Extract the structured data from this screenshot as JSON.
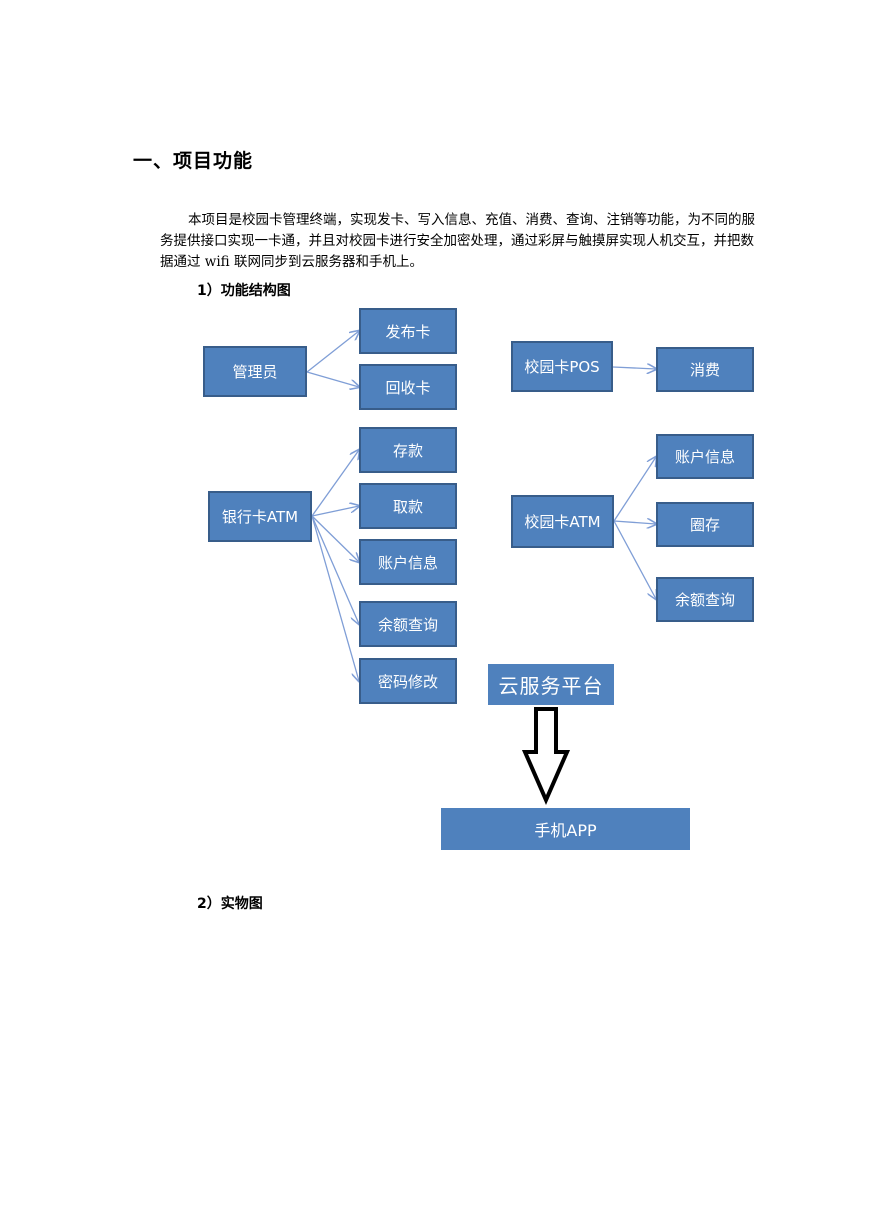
{
  "heading": "一、项目功能",
  "paragraph": "本项目是校园卡管理终端，实现发卡、写入信息、充值、消费、查询、注销等功能，为不同的服务提供接口实现一卡通，并且对校园卡进行安全加密处理，通过彩屏与触摸屏实现人机交互，并把数据通过 wifi 联网同步到云服务器和手机上。",
  "section1": "1）功能结构图",
  "section2": "2）实物图",
  "diagram": {
    "admin": "管理员",
    "issue_card": "发布卡",
    "recycle_card": "回收卡",
    "pos": "校园卡POS",
    "consume": "消费",
    "bank_atm": "银行卡ATM",
    "deposit": "存款",
    "withdraw": "取款",
    "account_info_left": "账户信息",
    "balance_left": "余额查询",
    "password_change": "密码修改",
    "campus_atm": "校园卡ATM",
    "account_info_right": "账户信息",
    "transfer": "圈存",
    "balance_right": "余额查询",
    "cloud": "云服务平台",
    "app": "手机APP"
  },
  "colors": {
    "box_fill": "#4f81bd",
    "box_border": "#385d8a",
    "arrow": "#7f9ed6"
  }
}
